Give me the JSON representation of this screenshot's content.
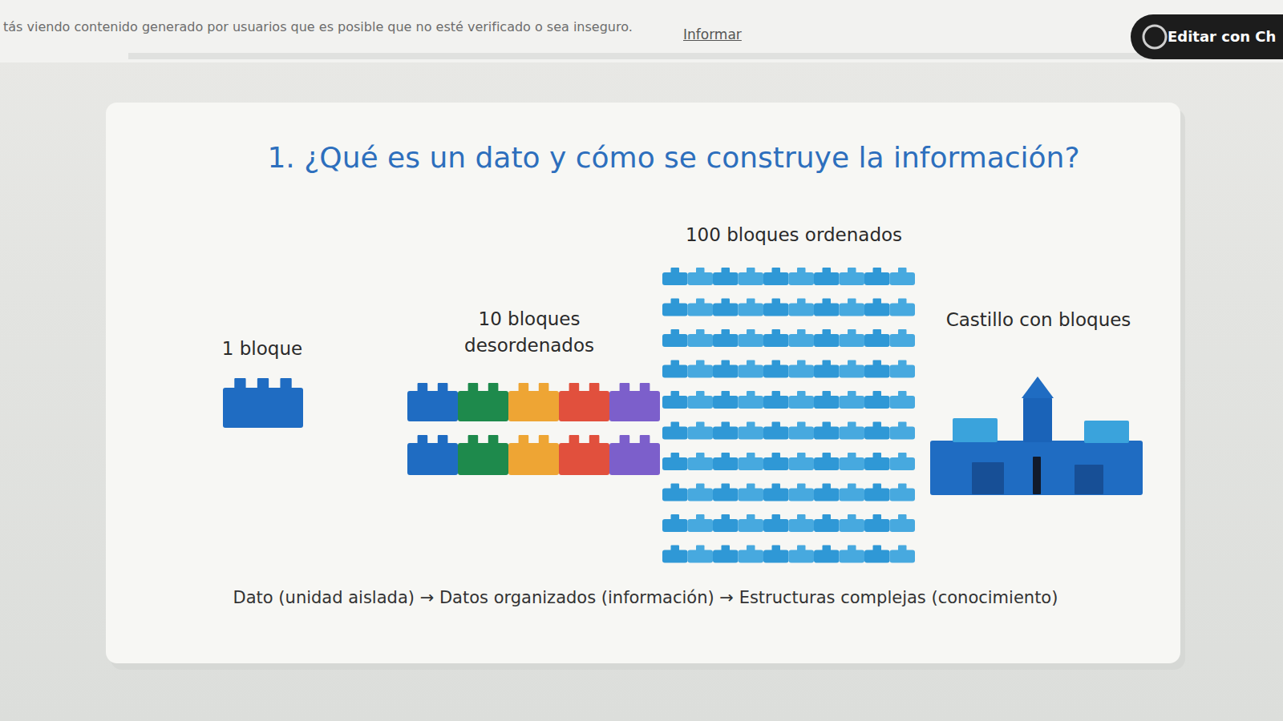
{
  "diagram": {
    "title": "1. ¿Qué es un dato y cómo se construye la información?",
    "caption": "Dato (unidad aislada) → Datos organizados (información) → Estructuras complejas (conocimiento)",
    "nodes": [
      {
        "text": [
          "Editar con Ch"
        ]
      }
    ],
    "labels": [
      "tás viendo contenido generado por usuarios que es posible que no esté verificado o sea inseguro.",
      "Informar",
      "1 bloque",
      "10 bloques desordenados",
      "100 bloques ordenados",
      "Castillo con bloques"
    ]
  }
}
